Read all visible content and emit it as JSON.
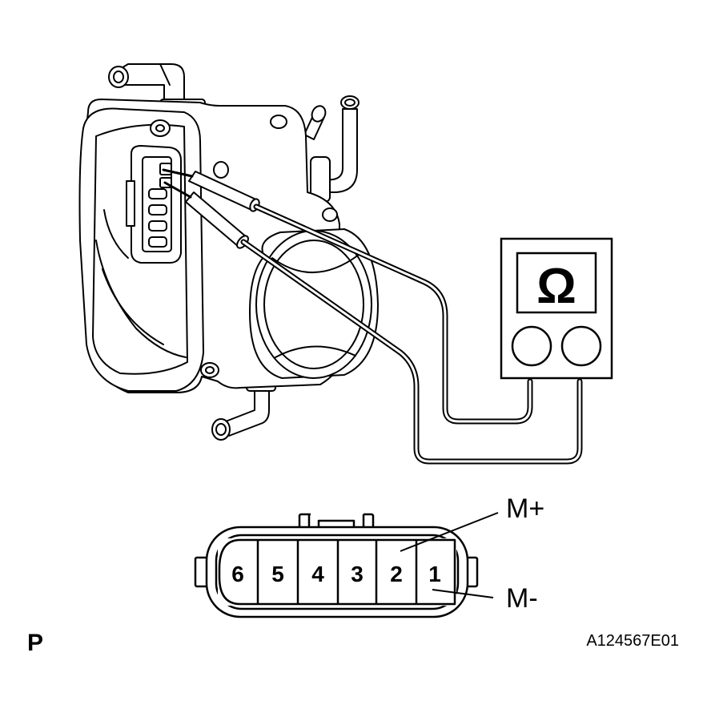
{
  "meter": {
    "symbol": "Ω"
  },
  "connector": {
    "pins": [
      "6",
      "5",
      "4",
      "3",
      "2",
      "1"
    ]
  },
  "terminal_labels": {
    "m_plus": "M+",
    "m_minus": "M-"
  },
  "view_code": "P",
  "figure_code": "A124567E01",
  "colors": {
    "line": "#000000",
    "background": "#ffffff"
  }
}
